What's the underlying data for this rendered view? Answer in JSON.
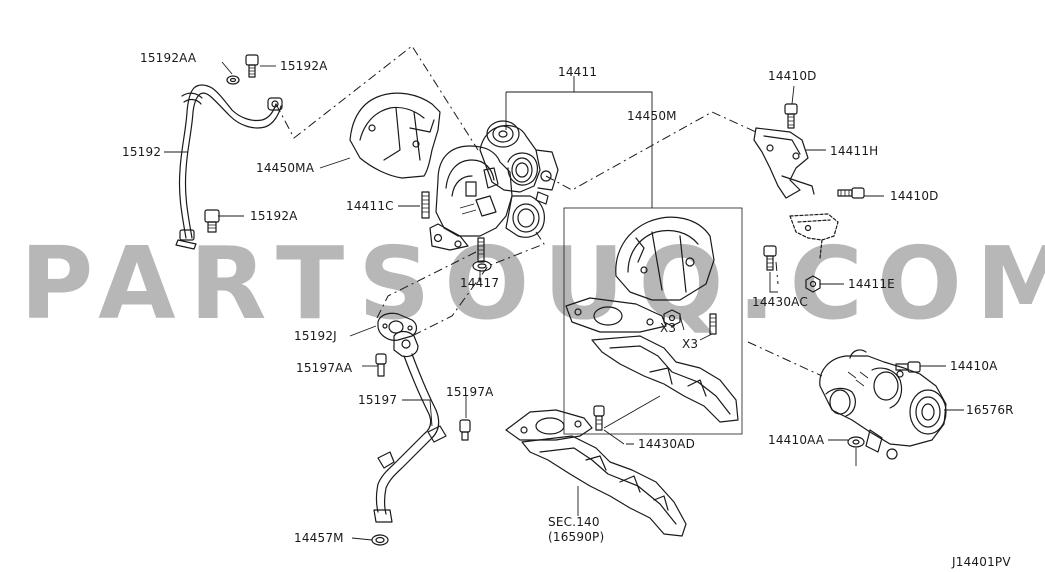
{
  "watermark": "PARTSOUQ.COM",
  "drawing_code": "J14401PV",
  "labels": {
    "l15192AA": "15192AA",
    "l15192A_top": "15192A",
    "l15192": "15192",
    "l15192A_low": "15192A",
    "l14450MA": "14450MA",
    "l14411C": "14411C",
    "l14411": "14411",
    "l14450M": "14450M",
    "l14417": "14417",
    "l14410D_top": "14410D",
    "l14411H": "14411H",
    "l14410D_mid": "14410D",
    "l14411E": "14411E",
    "l14430AC": "14430AC",
    "l15192J": "15192J",
    "lX3a": "X3",
    "lX3b": "X3",
    "l15197AA": "15197AA",
    "l15197A": "15197A",
    "l15197": "15197",
    "l14410A": "14410A",
    "l16576R": "16576R",
    "l14410AA": "14410AA",
    "l14430AD": "14430AD",
    "lSEC": "SEC.140",
    "lSECsub": "(16590P)",
    "l14457M": "14457M"
  }
}
